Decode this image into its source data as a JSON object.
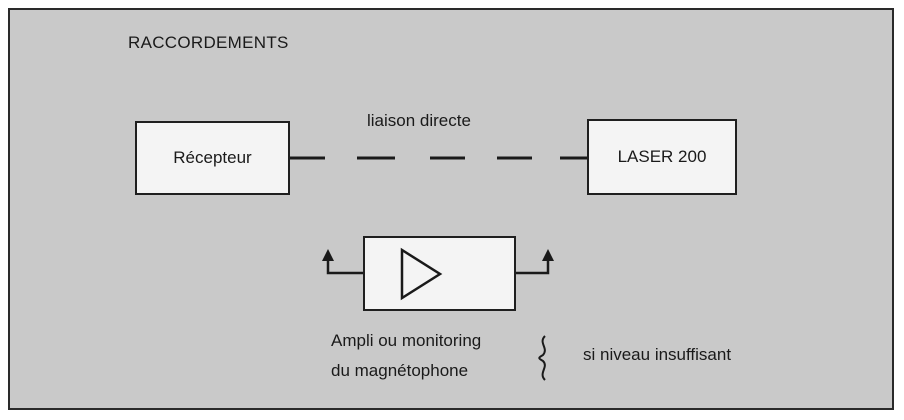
{
  "title": "RACCORDEMENTS",
  "nodes": {
    "recepteur": "Récepteur",
    "laser": "LASER 200"
  },
  "link": {
    "label": "liaison directe",
    "style": "dashed"
  },
  "amplifier": {
    "symbol": "amplifier-triangle-icon",
    "label_line1": "Ampli ou monitoring",
    "label_line2": "du magnétophone"
  },
  "condition": "si niveau insuffisant",
  "colors": {
    "background": "#c9c9c9",
    "box_fill": "#f4f4f4",
    "ink": "#1a1a1a"
  }
}
